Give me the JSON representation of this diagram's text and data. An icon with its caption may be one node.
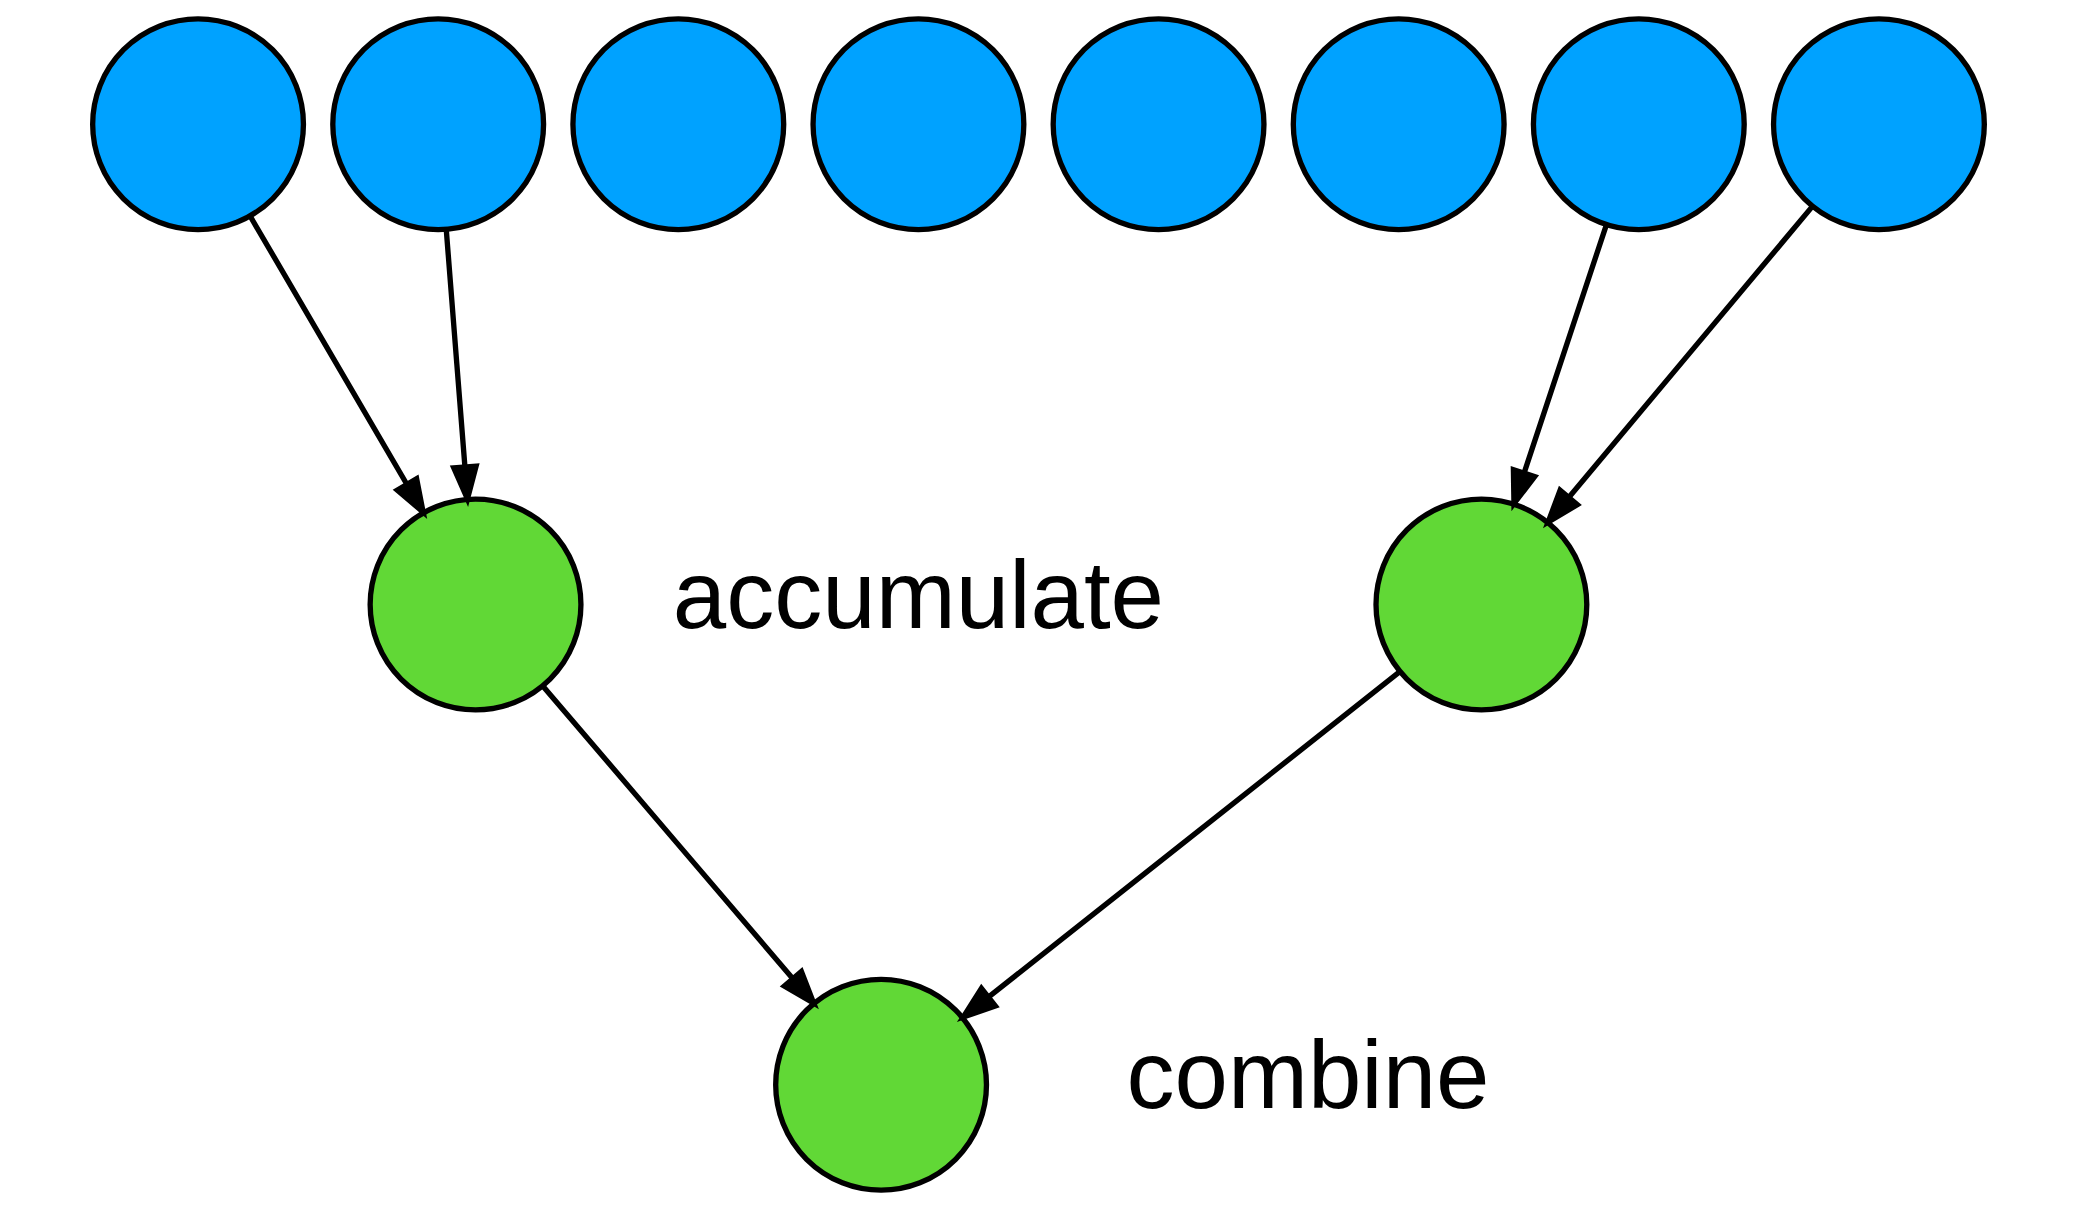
{
  "diagram": {
    "nodes": [
      {
        "text": [],
        "shape": "circle"
      },
      {
        "text": [],
        "shape": "circle"
      },
      {
        "text": [],
        "shape": "circle"
      },
      {
        "text": [],
        "shape": "circle"
      },
      {
        "text": [],
        "shape": "circle"
      },
      {
        "text": [],
        "shape": "circle"
      },
      {
        "text": [],
        "shape": "circle"
      },
      {
        "text": [],
        "shape": "circle"
      },
      {
        "text": [],
        "shape": "circle"
      },
      {
        "text": [],
        "shape": "circle"
      },
      {
        "text": [],
        "shape": "circle"
      }
    ],
    "edges": [
      {
        "from": 0,
        "to": 8,
        "arrow": "to"
      },
      {
        "from": 1,
        "to": 8,
        "arrow": "to"
      },
      {
        "from": 6,
        "to": 9,
        "arrow": "to"
      },
      {
        "from": 7,
        "to": 9,
        "arrow": "to"
      },
      {
        "from": 8,
        "to": 10,
        "arrow": "to"
      },
      {
        "from": 9,
        "to": 10,
        "arrow": "to"
      }
    ],
    "labels": [
      "accumulate",
      "combine"
    ]
  }
}
